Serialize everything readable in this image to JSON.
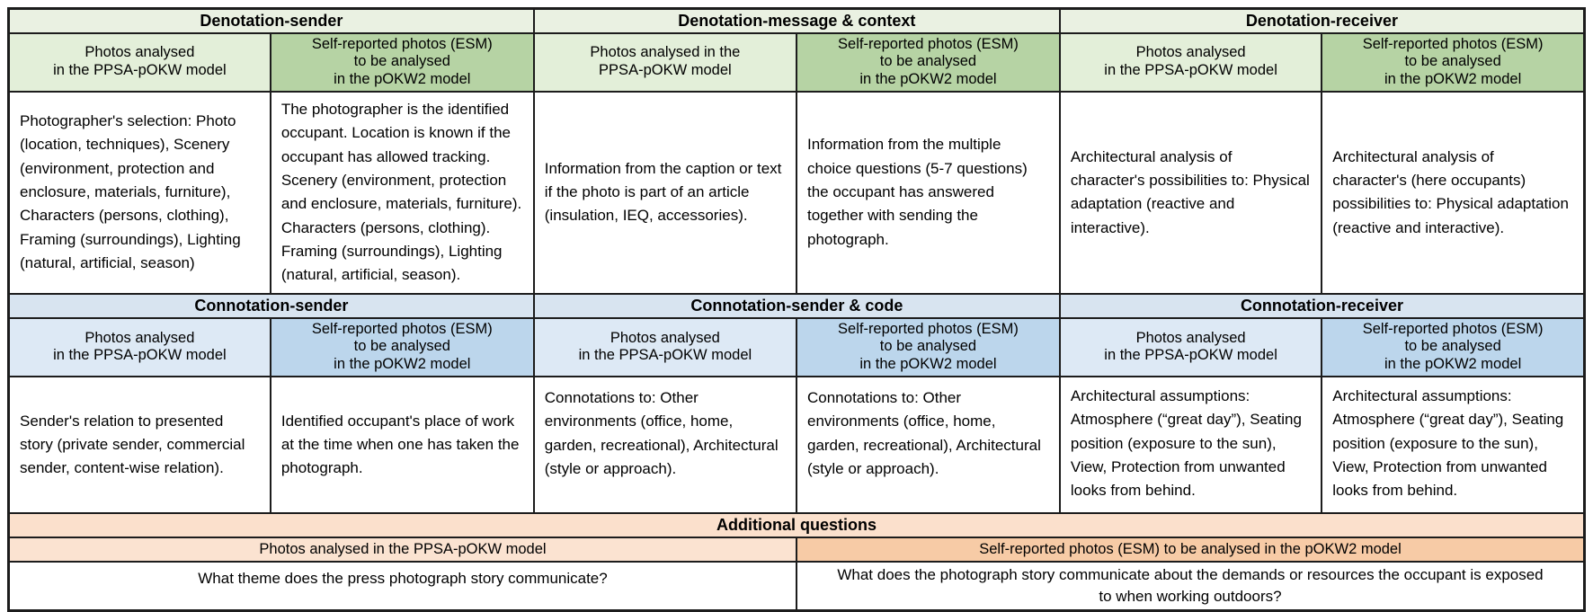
{
  "colors": {
    "border": "#1c1c1c",
    "denotation_section_bg": "#eaf1e2",
    "denotation_header_light": "#e3efd9",
    "denotation_header_dark": "#b6d3a4",
    "connotation_section_bg": "#d8e4f0",
    "connotation_header_light": "#dde9f5",
    "connotation_header_dark": "#bcd6ec",
    "additional_section_bg": "#fbe0cc",
    "additional_header_light": "#fbe3d1",
    "additional_header_dark": "#f7cba6",
    "content_bg": "#ffffff"
  },
  "table": {
    "denotation": [
      {
        "title": "Denotation-sender",
        "left_header": "Photos analysed\nin the PPSA-pOKW model",
        "right_header": "Self-reported photos (ESM)\nto be analysed\nin the pOKW2 model",
        "left_text": "Photographer's selection: Photo (location, techniques), Scenery (environment, protection and enclosure, materials, furniture), Characters (persons, clothing), Framing (surroundings), Lighting (natural, artificial, season)",
        "right_text": "The photographer is the identified occupant. Location is known if the occupant has allowed tracking. Scenery (environment, protection and enclosure, materials, furniture). Characters (persons, clothing). Framing (surroundings), Lighting (natural, artificial, season)."
      },
      {
        "title": "Denotation-message & context",
        "left_header": "Photos analysed in the\nPPSA-pOKW model",
        "right_header": "Self-reported photos (ESM)\nto be analysed\nin the pOKW2 model",
        "left_text": "Information from the caption or text if the photo is part of an article (insulation, IEQ, accessories).",
        "right_text": "Information from the multiple choice questions (5-7 questions) the occupant has answered together with sending the photograph."
      },
      {
        "title": "Denotation-receiver",
        "left_header": "Photos analysed\nin the PPSA-pOKW model",
        "right_header": "Self-reported photos (ESM)\nto be analysed\nin the pOKW2 model",
        "left_text": "Architectural analysis of character's possibilities to: Physical adaptation (reactive and interactive).",
        "right_text": "Architectural analysis of character's (here occupants) possibilities to: Physical adaptation (reactive and interactive)."
      }
    ],
    "connotation": [
      {
        "title": "Connotation-sender",
        "left_header": "Photos analysed\nin the PPSA-pOKW model",
        "right_header": "Self-reported photos (ESM)\nto be analysed\nin the pOKW2 model",
        "left_text": "Sender's relation to presented story (private sender, commercial sender, content-wise relation).",
        "right_text": "Identified occupant's place of work at the time when one has taken the photograph."
      },
      {
        "title": "Connotation-sender & code",
        "left_header": "Photos analysed\nin the PPSA-pOKW model",
        "right_header": "Self-reported photos (ESM)\nto be analysed\nin the pOKW2 model",
        "left_text": "Connotations to: Other environments (office, home, garden, recreational), Architectural (style or approach).",
        "right_text": "Connotations to: Other environments (office, home, garden, recreational), Architectural (style or approach)."
      },
      {
        "title": "Connotation-receiver",
        "left_header": "Photos analysed\nin the PPSA-pOKW model",
        "right_header": "Self-reported photos (ESM)\nto be analysed\nin the pOKW2 model",
        "left_text": "Architectural assumptions: Atmosphere (“great day”), Seating position (exposure to the sun), View, Protection from unwanted looks from behind.",
        "right_text": "Architectural assumptions: Atmosphere (“great day”), Seating position (exposure to the sun), View, Protection from unwanted looks from behind."
      }
    ],
    "additional": {
      "title": "Additional questions",
      "left_header": "Photos analysed in the PPSA-pOKW model",
      "right_header": "Self-reported photos (ESM) to be analysed in the pOKW2 model",
      "left_question": "What theme does the press photograph story communicate?",
      "right_question": "What does the photograph story communicate about the demands or resources the occupant is exposed to when working outdoors?"
    }
  }
}
